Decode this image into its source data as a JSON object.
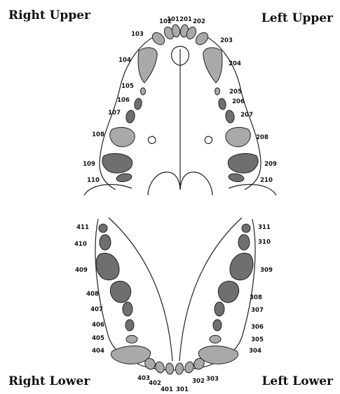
{
  "quadrants": {
    "right_upper": "Right Upper",
    "left_upper": "Left Upper",
    "right_lower": "Right Lower",
    "left_lower": "Left Lower"
  },
  "colors": {
    "light": "#a9a9a9",
    "dark": "#6f6f6f",
    "outline": "#222222"
  },
  "teeth": {
    "upper_incisors": [
      "102",
      "101",
      "201",
      "202"
    ],
    "upper_right": [
      "103",
      "104",
      "105",
      "106",
      "107",
      "108",
      "109",
      "110"
    ],
    "upper_left": [
      "203",
      "204",
      "205",
      "206",
      "207",
      "208",
      "209",
      "210"
    ],
    "lower_right": [
      "411",
      "410",
      "409",
      "408",
      "407",
      "406",
      "405",
      "404"
    ],
    "lower_left": [
      "311",
      "310",
      "309",
      "308",
      "307",
      "306",
      "305",
      "304"
    ],
    "lower_incisors": [
      "403",
      "402",
      "401",
      "301",
      "302",
      "303"
    ]
  }
}
